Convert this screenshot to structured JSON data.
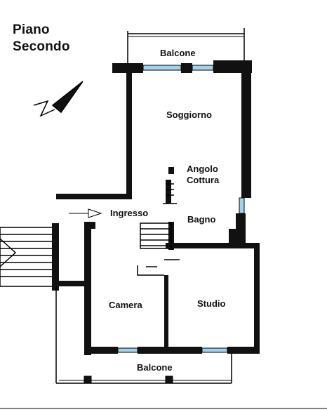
{
  "header": {
    "line1": "Piano",
    "line2": "Secondo"
  },
  "rooms": {
    "balcone_top": "Balcone",
    "soggiorno": "Soggiorno",
    "angolo": "Angolo",
    "cottura": "Cottura",
    "ingresso": "Ingresso",
    "bagno": "Bagno",
    "camera": "Camera",
    "studio": "Studio",
    "balcone_bottom": "Balcone"
  },
  "colors": {
    "wall": "#111111",
    "window": "#9fd3ea",
    "line": "#000000"
  }
}
